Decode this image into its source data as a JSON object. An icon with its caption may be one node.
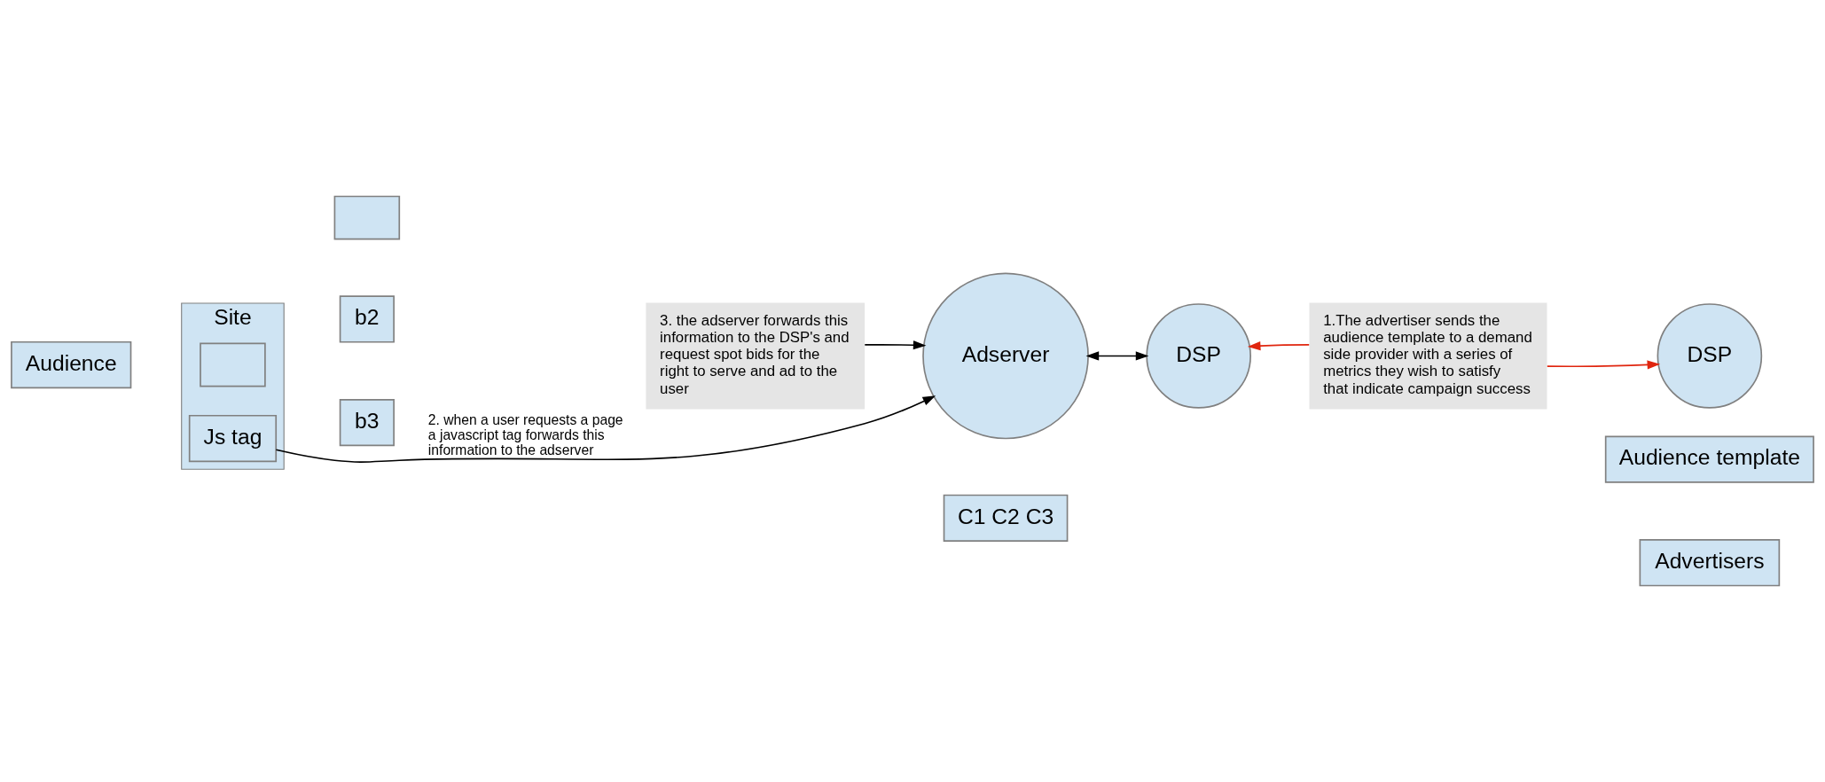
{
  "diagram": {
    "nodes": [
      {
        "text": [
          "Audience"
        ]
      },
      {
        "text": [
          "Site"
        ]
      },
      {
        "text": [],
        "shape": "box",
        "in": 1
      },
      {
        "text": [
          "Js tag"
        ],
        "in": 1
      },
      {
        "text": [],
        "shape": "box"
      },
      {
        "text": [
          "b2"
        ]
      },
      {
        "text": [
          "b3"
        ]
      },
      {
        "text": [
          "Adserver"
        ]
      },
      {
        "text": [
          "C1 C2 C3"
        ]
      },
      {
        "text": [
          "3. the adserver forwards this information to the DSP's and request spot bids for the right to serve and ad to the user"
        ]
      },
      {
        "text": [
          "DSP"
        ]
      },
      {
        "text": [
          "DSP"
        ]
      },
      {
        "text": [
          "1.The advertiser sends the audience template to a demand side provider with a series of metrics they wish to satisfy that indicate campaign success"
        ]
      },
      {
        "text": [
          "Audience template"
        ]
      },
      {
        "text": [
          "Advertisers"
        ]
      }
    ],
    "edges": [
      {
        "from": 3,
        "to": 7,
        "arrow": "to",
        "label": "2. when a user requests a page a javascript tag forwards this information to the adserver"
      },
      {
        "from": 9,
        "to": 7,
        "arrow": "to"
      },
      {
        "from": 7,
        "to": 11,
        "arrow": "both"
      },
      {
        "from": 12,
        "to": 10,
        "arrow": "to",
        "color": "#e0260f"
      },
      {
        "from": 12,
        "to": 11,
        "arrow": "to",
        "color": "#e0260f"
      }
    ]
  }
}
